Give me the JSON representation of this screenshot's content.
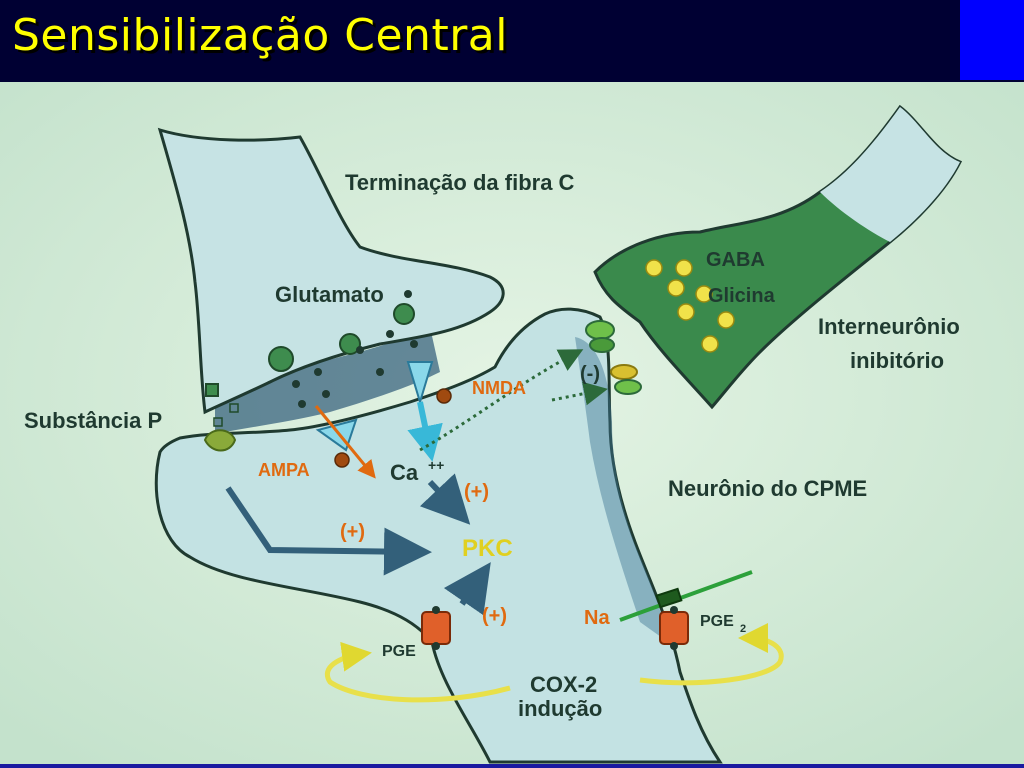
{
  "slide": {
    "title": "Sensibilização Central",
    "colors": {
      "title_bar": "#000033",
      "title_text": "#ffff00",
      "title_accent": "#0000ff",
      "panel": "#cfe9d6",
      "membrane_fill": "#c6e3e4",
      "dark_green": "#3e8c4e",
      "arrow_blue": "#33607a",
      "label_orange": "#e06a10",
      "vesicle_yellow": "#f0e24a",
      "cox_yellow": "#e8e04a"
    }
  },
  "diagram": {
    "labels": {
      "c_fiber_terminal": "Terminação da fibra C",
      "glutamate": "Glutamato",
      "gaba": "GABA",
      "glycine": "Glicina",
      "inhibitory_interneuron_line1": "Interneurônio",
      "inhibitory_interneuron_line2": "inibitório",
      "substance_p": "Substância P",
      "nmda": "NMDA",
      "ampa": "AMPA",
      "calcium": "Ca",
      "calcium_charge": "++",
      "inhibition": "(-)",
      "plus_calcium_pkc": "(+)",
      "plus_substance_p_pkc": "(+)",
      "plus_pge_pkc": "(+)",
      "pkc": "PKC",
      "spinal_neuron": "Neurônio do CPME",
      "sodium": "Na",
      "pge_left": "PGE",
      "pge_right": "PGE",
      "pge_right_sub": "2",
      "cox2_line1": "COX-2",
      "cox2_line2": "indução"
    }
  }
}
